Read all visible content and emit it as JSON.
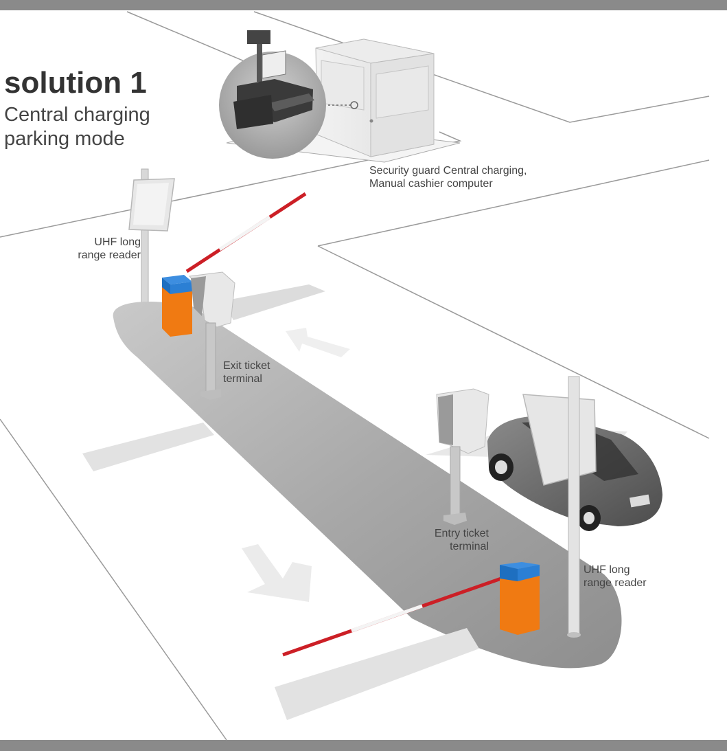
{
  "title": "solution 1",
  "subtitle_lines": [
    "Central charging",
    "parking mode"
  ],
  "labels": {
    "guard_line1": "Security guard Central charging,",
    "guard_line2": "Manual cashier computer",
    "uhf_left_line1": "UHF long",
    "uhf_left_line2": "range reader",
    "exit_line1": "Exit ticket",
    "exit_line2": "terminal",
    "entry_line1": "Entry ticket",
    "entry_line2": "terminal",
    "uhf_right_line1": "UHF long",
    "uhf_right_line2": "range reader"
  },
  "colors": {
    "band": "#8a8a8a",
    "road_lines": "#9a9a9a",
    "island": "#9b9b9b",
    "barrier_orange": "#f07a12",
    "barrier_blue": "#1e7fd6",
    "boom_red": "#cc1f26",
    "car": "#6a6a6a"
  },
  "icons": [
    "cashier-computer-icon",
    "guard-booth-icon",
    "barrier-gate-icon",
    "ticket-terminal-icon",
    "uhf-reader-icon",
    "car-icon",
    "direction-arrow-icon"
  ]
}
